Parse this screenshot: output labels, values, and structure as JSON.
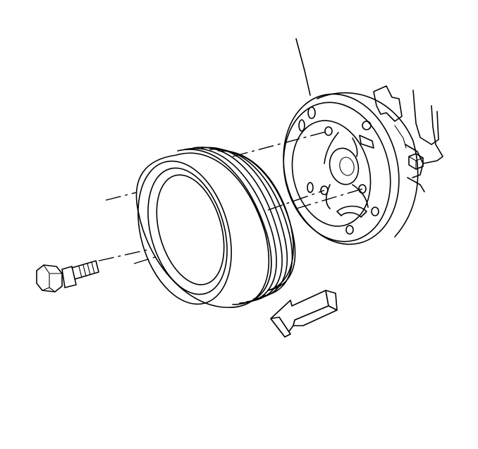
{
  "figure": {
    "background": "#ffffff",
    "line_color": "#000000",
    "parts": [
      {
        "name": "bolt"
      },
      {
        "name": "crankshaft-balancer-pulley"
      },
      {
        "name": "crankshaft-hub-flange"
      },
      {
        "name": "engine-block-bracket"
      },
      {
        "name": "direction-arrow"
      }
    ]
  }
}
